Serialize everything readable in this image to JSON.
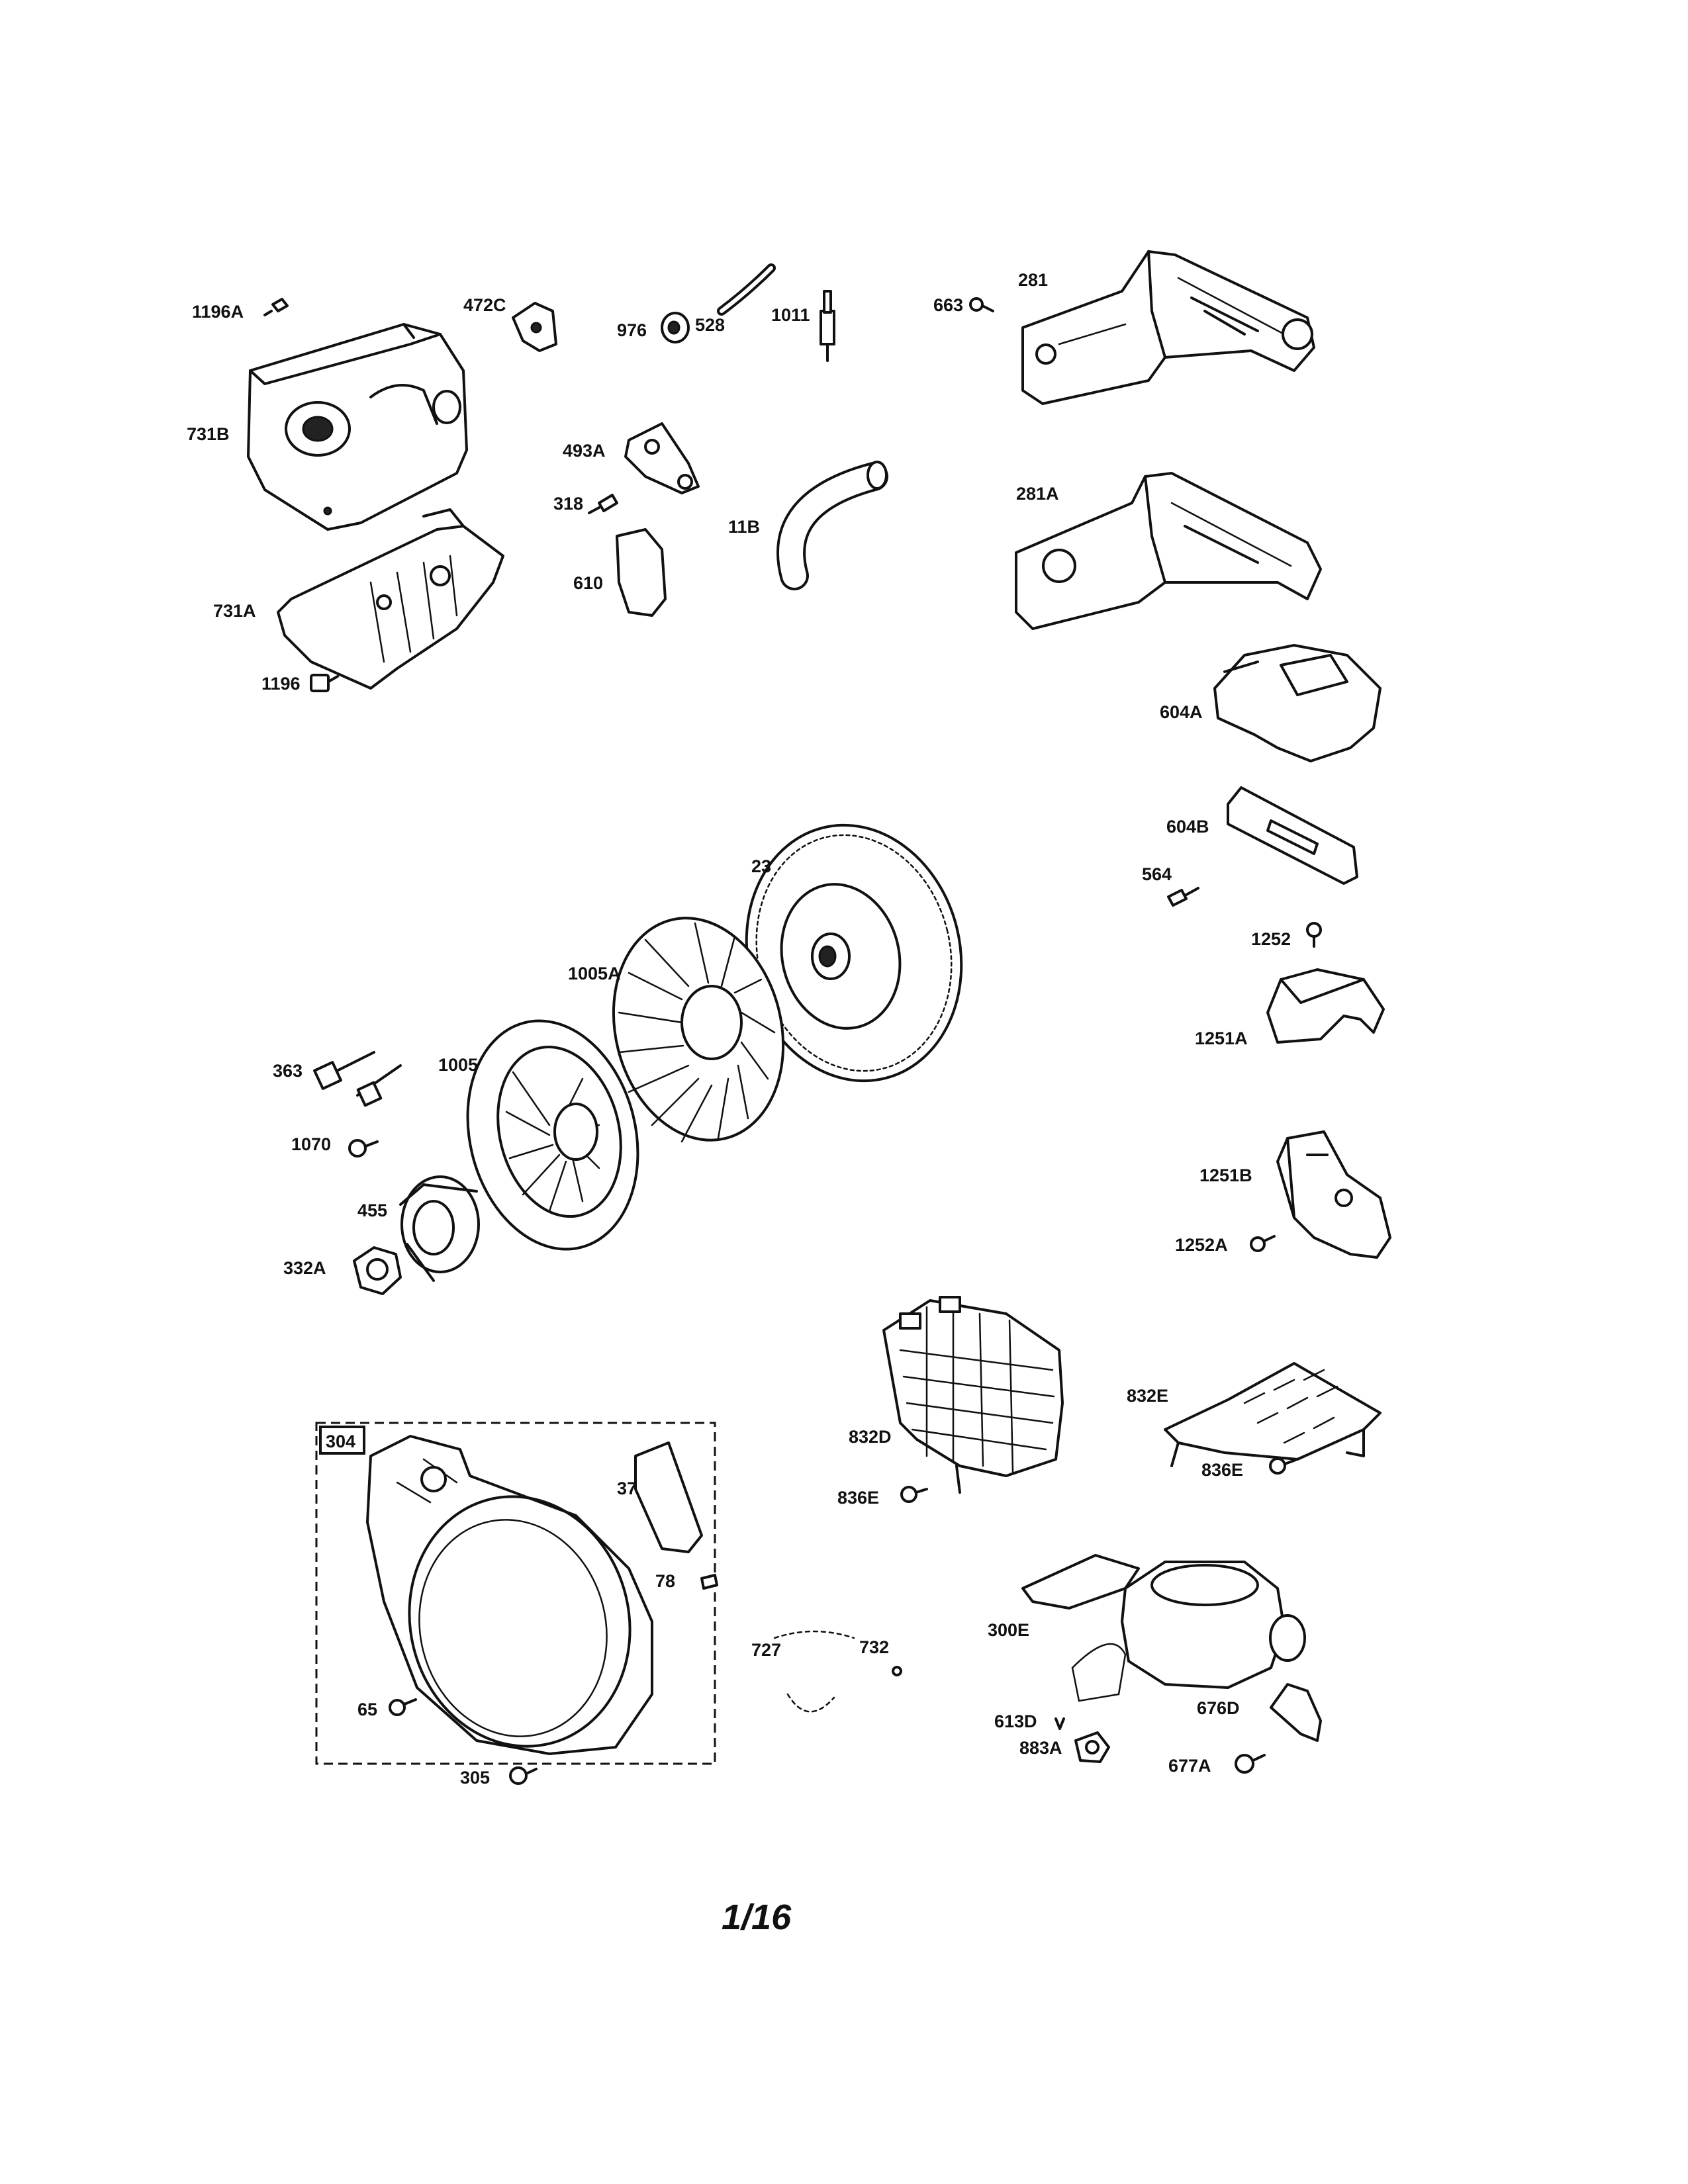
{
  "labels": {
    "p1196a": "1196A",
    "p731b": "731B",
    "p731a": "731A",
    "p1196": "1196",
    "p472c": "472C",
    "p528": "528",
    "p976": "976",
    "p1011": "1011",
    "p493a": "493A",
    "p318": "318",
    "p610": "610",
    "p11b": "11B",
    "p663": "663",
    "p281": "281",
    "p281a": "281A",
    "p604a": "604A",
    "p604b": "604B",
    "p564": "564",
    "p1252": "1252",
    "p1251a": "1251A",
    "p1251b": "1251B",
    "p1252a": "1252A",
    "p23": "23",
    "p1005a": "1005A",
    "p1005": "1005",
    "p363": "363",
    "p1070": "1070",
    "p455": "455",
    "p332a": "332A",
    "p832d": "832D",
    "p832e": "832E",
    "p836e_left": "836E",
    "p836e_right": "836E",
    "p304": "304",
    "p37": "37",
    "p78": "78",
    "p65": "65",
    "p305": "305",
    "p727": "727",
    "p732": "732",
    "p300e": "300E",
    "p613d": "613D",
    "p883a": "883A",
    "p676d": "676D",
    "p677a": "677A"
  },
  "page_number": "1/16"
}
